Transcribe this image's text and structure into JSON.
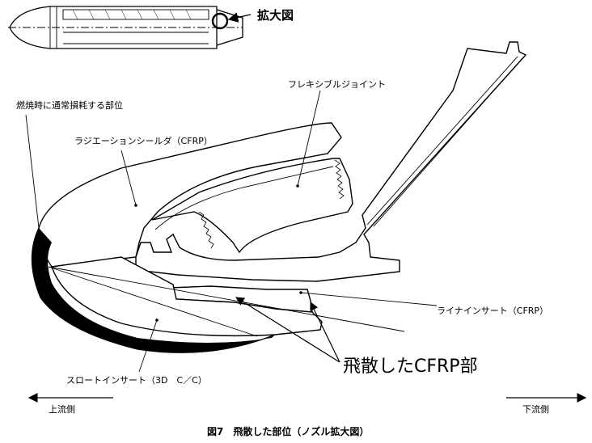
{
  "zoom_label": "拡大図",
  "labels": {
    "burn_area": "燃焼時に通常損耗する部位",
    "flex_joint": "フレキシブルジョイント",
    "radiation_shield": "ラジエーションシールダ（CFRP）",
    "liner_insert": "ライナインサート（CFRP）",
    "scattered_part": "飛散したCFRP部",
    "throat_insert": "スロートインサート（3D　C／C）"
  },
  "direction": {
    "upstream": "上流側",
    "downstream": "下流側"
  },
  "caption": "図7　飛散した部位（ノズル拡大図）"
}
